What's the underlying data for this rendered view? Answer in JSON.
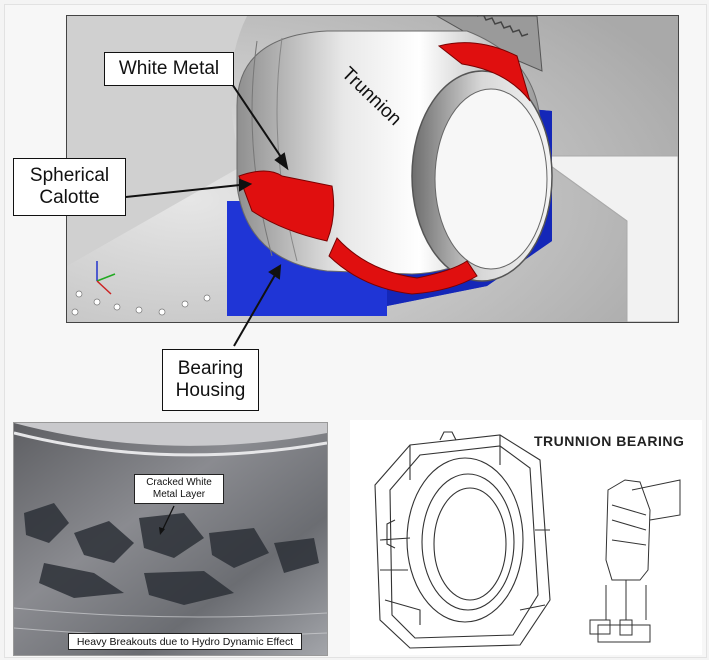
{
  "callouts": {
    "white_metal": "White Metal",
    "trunnion": "Trunnion",
    "spherical_calotte_line1": "Spherical",
    "spherical_calotte_line2": "Calotte",
    "bearing_housing_line1": "Bearing",
    "bearing_housing_line2": "Housing"
  },
  "photo": {
    "note_line1": "Cracked White",
    "note_line2": "Metal Layer",
    "caption": "Heavy Breakouts due to Hydro Dynamic Effect"
  },
  "drawing": {
    "title": "TRUNNION BEARING"
  },
  "colors": {
    "housing_blue": "#1f35d6",
    "white_metal_red": "#e00f0f",
    "trunnion_grey": "#c9c9c9"
  }
}
